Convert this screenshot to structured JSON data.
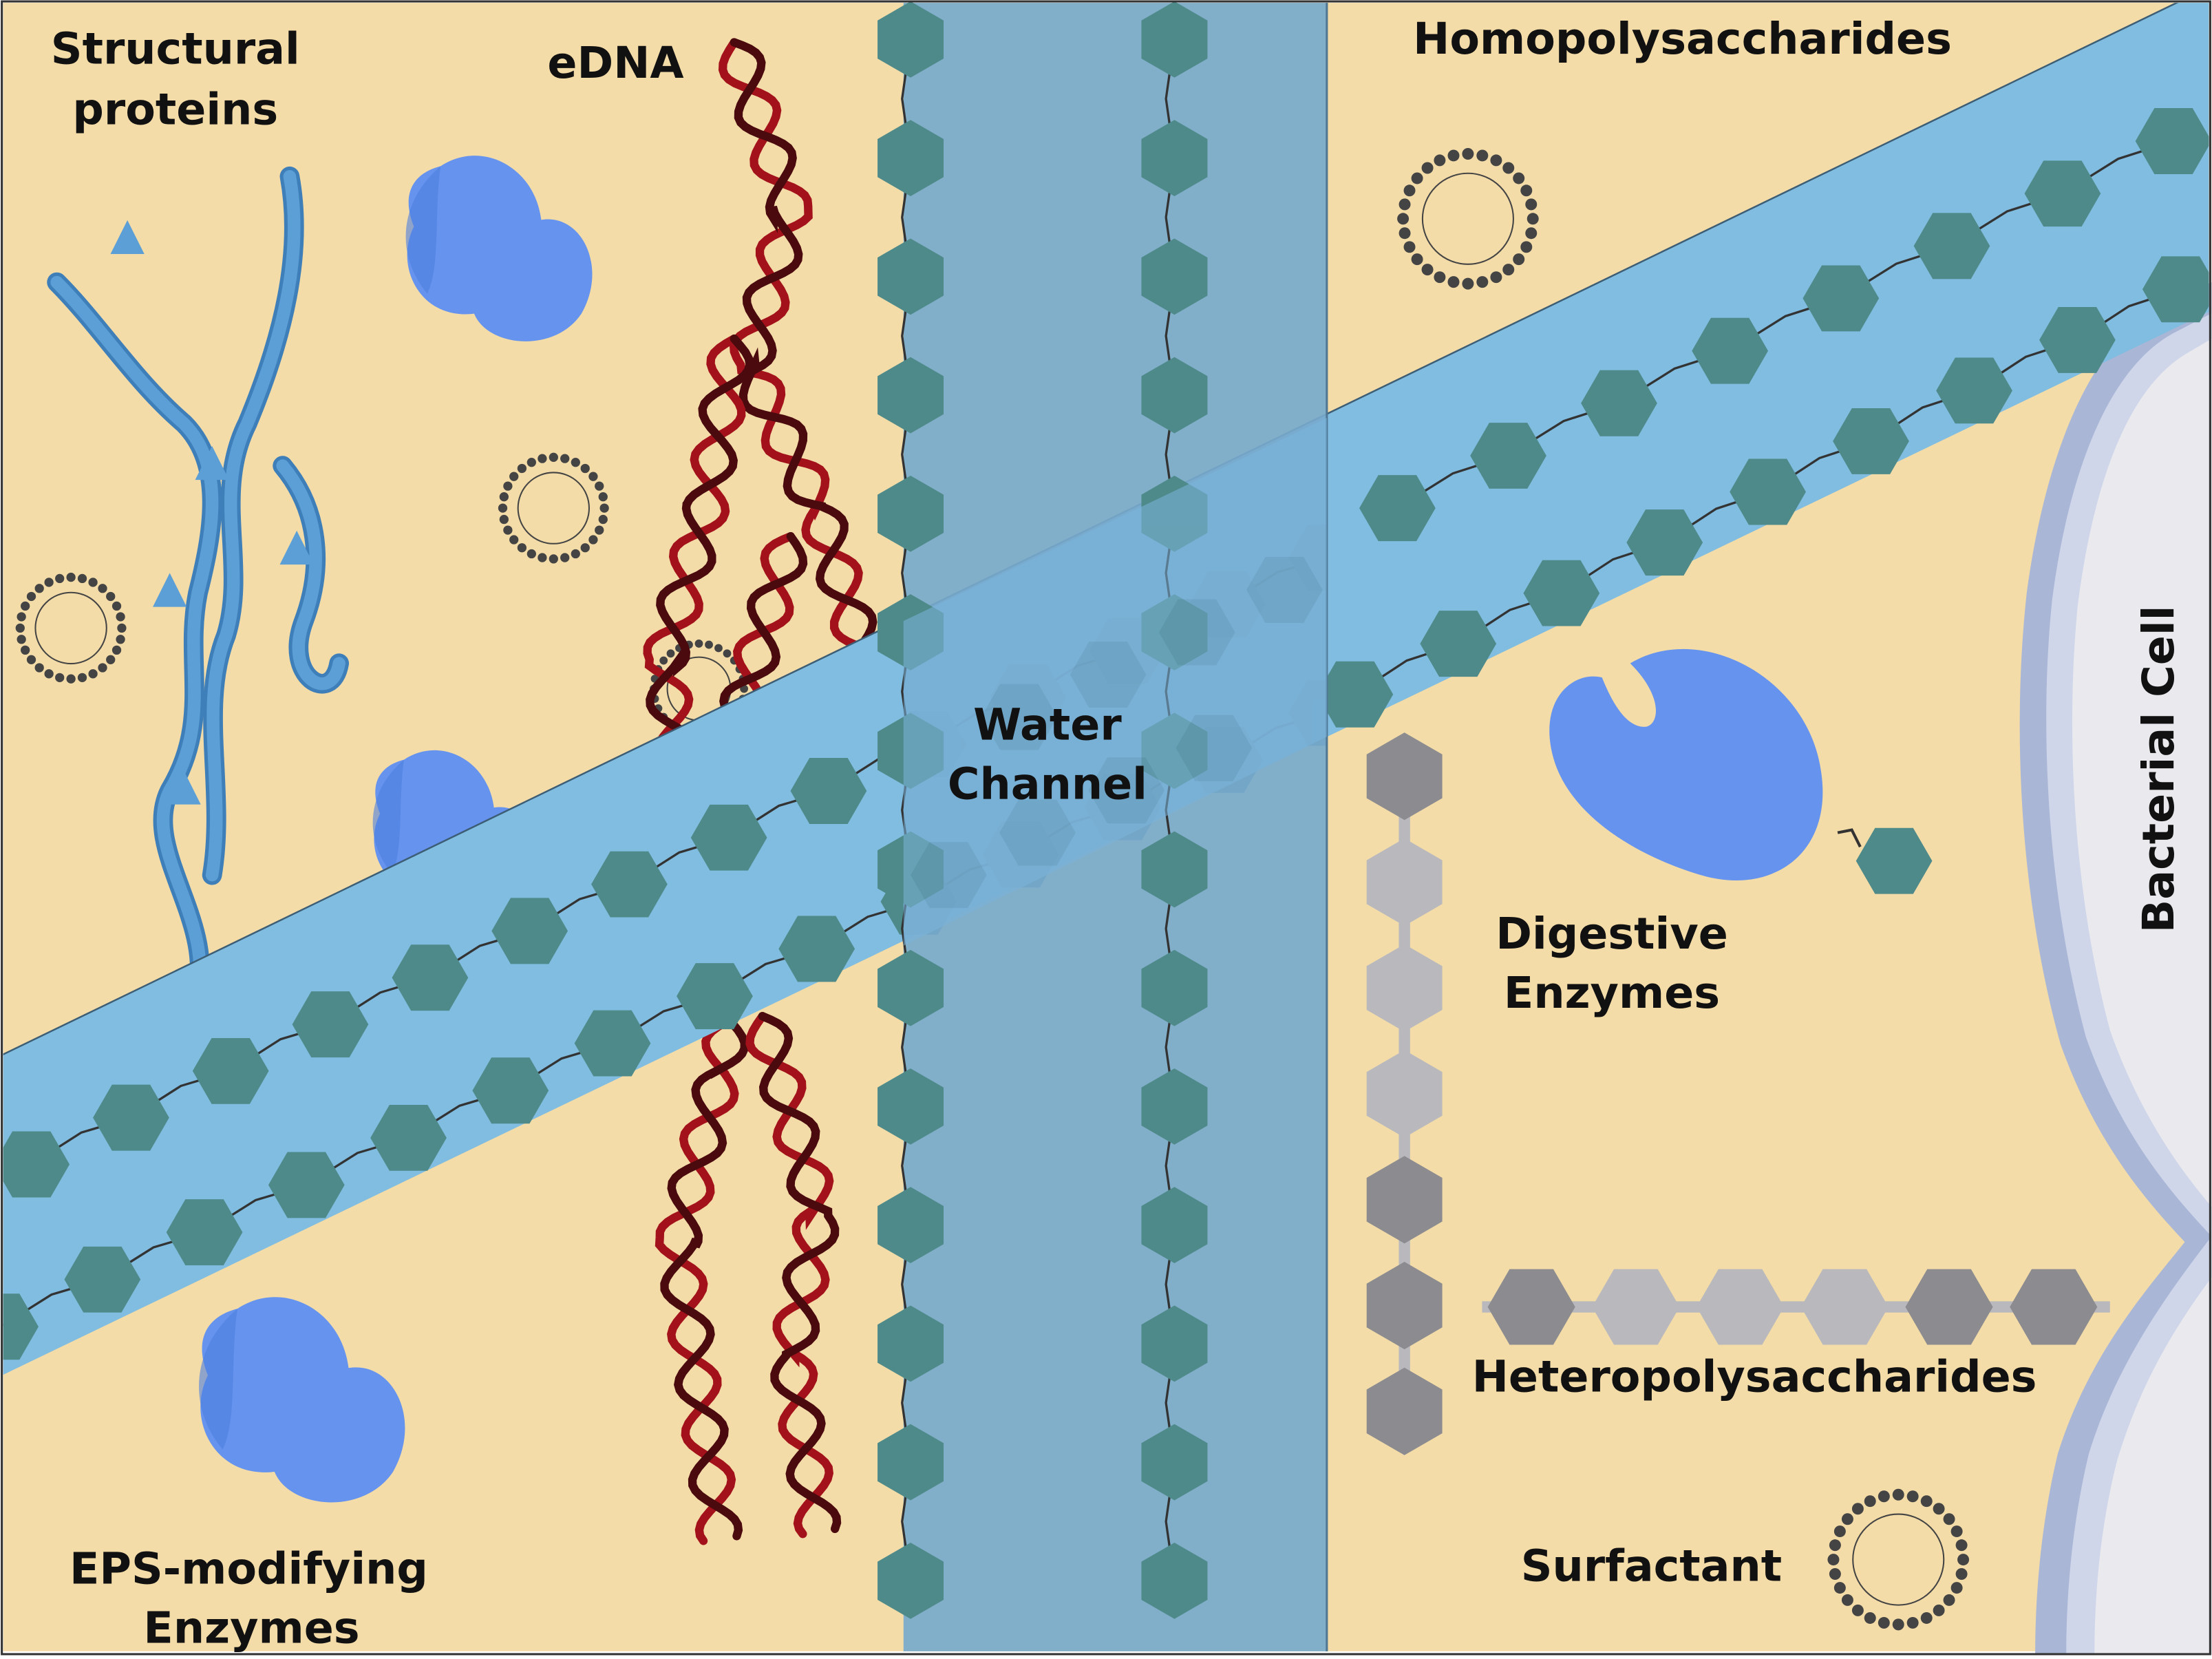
{
  "labels": {
    "structural_proteins_line1": "Structural",
    "structural_proteins_line2": "proteins",
    "edna": "eDNA",
    "homopolysaccharides": "Homopolysaccharides",
    "water_channel_line1": "Water",
    "water_channel_line2": "Channel",
    "bacterial_cell": "Bacterial Cell",
    "digestive_enzymes_line1": "Digestive",
    "digestive_enzymes_line2": "Enzymes",
    "heteropolysaccharides": "Heteropolysaccharides",
    "surfactant": "Surfactant",
    "eps_modifying_line1": "EPS-modifying",
    "eps_modifying_line2": "Enzymes"
  },
  "colors": {
    "matrix_background": "#f3dca8",
    "water_channel": "#77a9cc",
    "polysaccharide_band": "#80bde0",
    "sugar_teal": "#4e8a89",
    "sugar_gray_dark": "#8c8c90",
    "sugar_gray_light": "#b9b9bd",
    "enzyme_blue": "#6593ee",
    "protein_blue": "#5b9fd6",
    "dna_red": "#a3121b",
    "dna_dark": "#4a0a0e",
    "cell_wall": "#a9b6d6",
    "cell_interior": "#e9e9ee",
    "micelle": "#444444"
  },
  "icons": [
    "beta-sheet-protein-icon",
    "enzyme-blob-icon",
    "micelle-icon",
    "dna-double-helix-icon",
    "hexagon-sugar-icon",
    "pacman-enzyme-icon"
  ]
}
